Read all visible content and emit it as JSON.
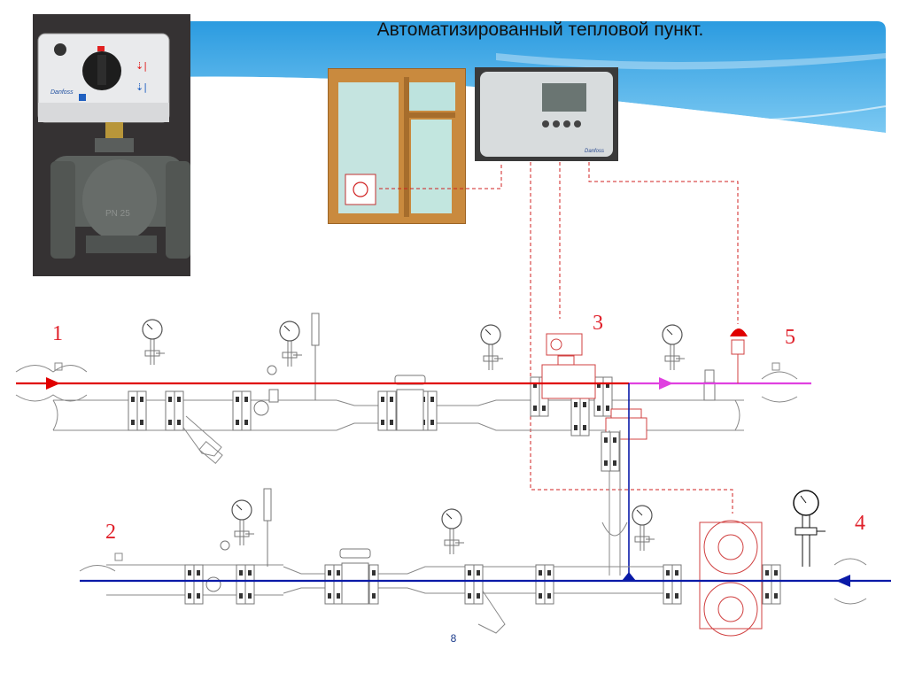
{
  "slide": {
    "title": "Автоматизированный тепловой пункт.",
    "page_number": "8"
  },
  "photos": {
    "actuator_brand": "Danfoss",
    "valve_marking": "PN 25",
    "controller_brand": "Danfoss"
  },
  "labels": {
    "l1": "1",
    "l2": "2",
    "l3": "3",
    "l4": "4",
    "l5": "5"
  },
  "colors": {
    "supply_line": "#e00000",
    "return_line": "#0a1aa8",
    "mixed_line": "#e040e0",
    "signal_line": "#d02020",
    "label": "#e0202a",
    "banner": "#3aa7e8"
  }
}
